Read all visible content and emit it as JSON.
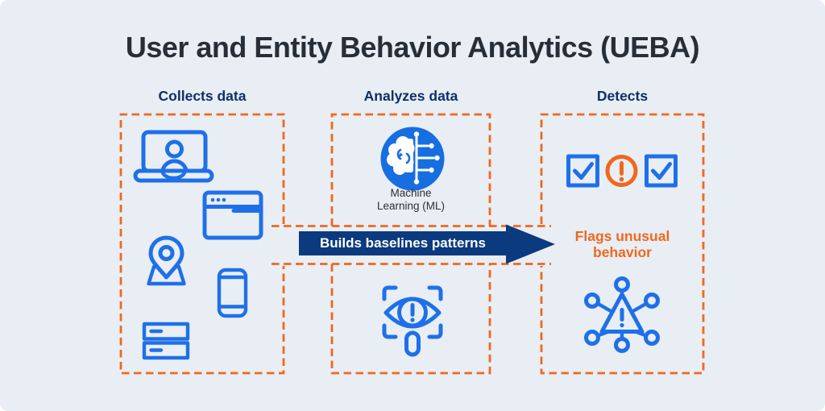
{
  "title": "User and Entity Behavior Analytics (UEBA)",
  "sections": {
    "collects": {
      "label": "Collects data",
      "icons": [
        "laptop-user-icon",
        "browser-window-icon",
        "location-pin-icon",
        "smartphone-icon",
        "server-stack-icon"
      ]
    },
    "analyzes": {
      "label": "Analyzes data",
      "ml_caption_line1": "Machine",
      "ml_caption_line2": "Learning (ML)",
      "icons": [
        "machine-learning-icon",
        "eye-scan-icon"
      ]
    },
    "detects": {
      "label": "Detects",
      "flags_line1": "Flags unusual",
      "flags_line2": "behavior",
      "icons": [
        "checkbox-checked-icon",
        "alert-exclamation-icon",
        "checkbox-checked-icon",
        "anomaly-network-icon"
      ]
    }
  },
  "arrow": {
    "label": "Builds baselines patterns"
  },
  "colors": {
    "background": "#e8eef4",
    "accent_orange": "#f0681e",
    "icon_blue": "#1f70e8",
    "ml_circle_blue": "#176ee0",
    "arrow_navy": "#0b3a7e",
    "heading_navy": "#0e2f6a",
    "title_dark": "#262e38",
    "caption_dark": "#2c3035",
    "white": "#ffffff"
  }
}
